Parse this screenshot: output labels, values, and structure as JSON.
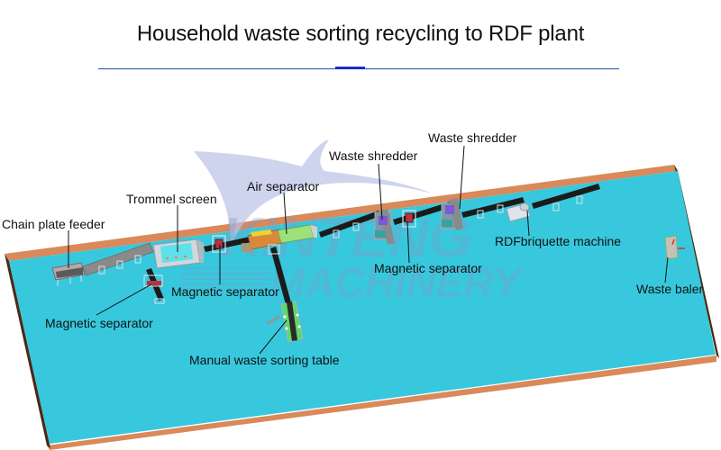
{
  "title": "Household waste sorting recycling to RDF plant",
  "colors": {
    "floor": "#37c8dd",
    "floor_edge": "#d9895a",
    "rule": "#1f4fa8",
    "rule_accent": "#1a2ad0",
    "conveyor": "#1b1b1b",
    "watermark": "#7f9bc8"
  },
  "watermark": {
    "line1": "KINTENG",
    "line2": "MACHINERY",
    "logo_icon": "bird-logo-icon"
  },
  "labels": {
    "chain_plate_feeder": "Chain plate feeder",
    "trommel_screen": "Trommel screen",
    "air_separator": "Air separator",
    "waste_shredder_1": "Waste shredder",
    "waste_shredder_2": "Waste shredder",
    "rdf_briquette_machine": "RDFbriquette machine",
    "magnetic_separator_1": "Magnetic separator",
    "magnetic_separator_2": "Magnetic separator",
    "magnetic_separator_3": "Magnetic separator",
    "manual_sorting_table": "Manual waste sorting table",
    "waste_baler": "Waste baler"
  }
}
